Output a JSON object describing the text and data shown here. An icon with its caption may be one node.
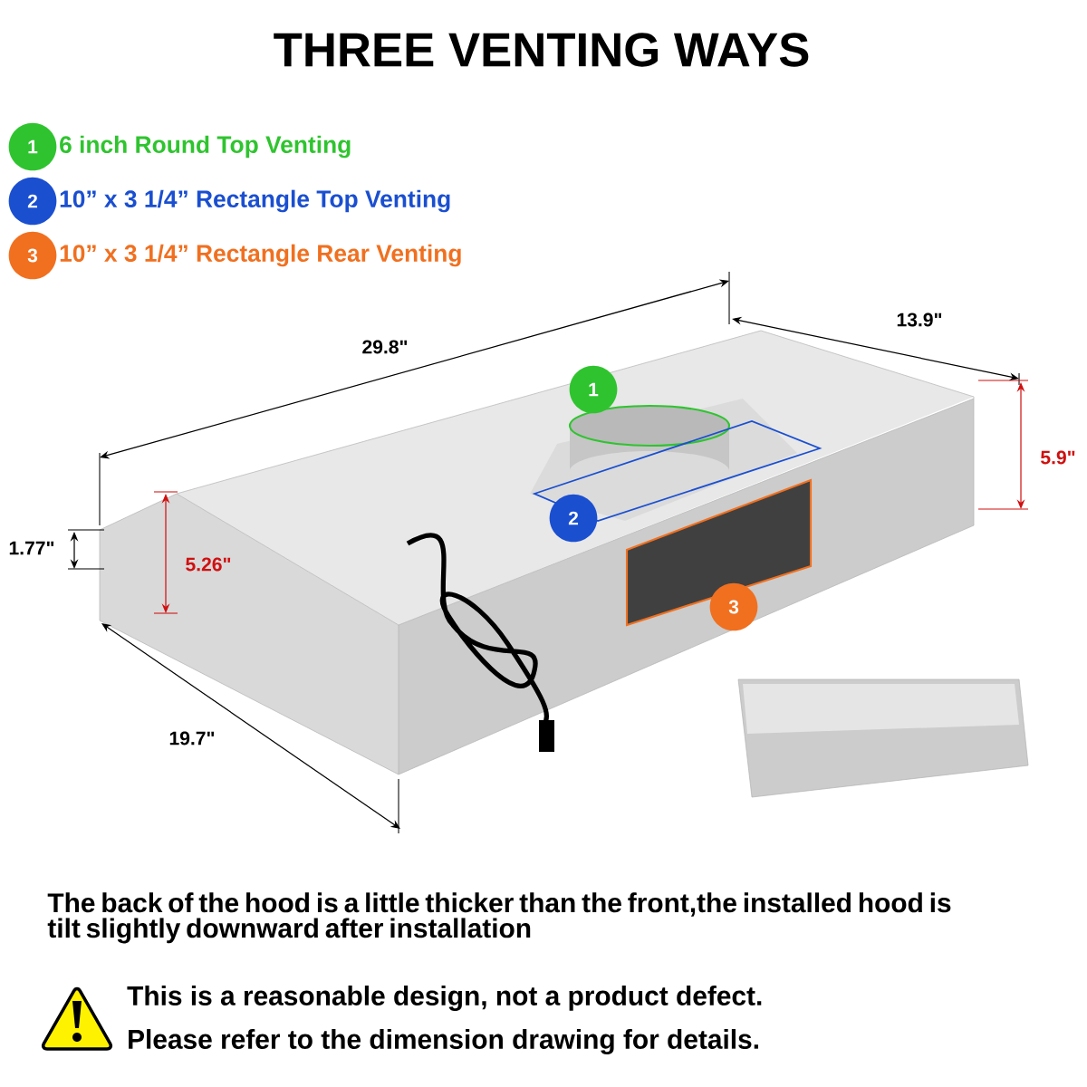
{
  "diagram": {
    "title": "THREE VENTING WAYS",
    "labels": [
      "1",
      "6 inch Round Top Venting",
      "2",
      "10” x 3 1/4” Rectangle Top Venting",
      "3",
      "10” x 3 1/4” Rectangle Rear Venting",
      "29.8\"",
      "13.9\"",
      "1",
      "5.9\"",
      "2",
      "1.77\"",
      "5.26\"",
      "3",
      "19.7\"",
      "The back of the hood is a little thicker than the front,the installed hood is tilt slightly downward after installation",
      "This is a reasonable design, not a product defect.",
      "Please refer to the dimension drawing for details."
    ]
  }
}
